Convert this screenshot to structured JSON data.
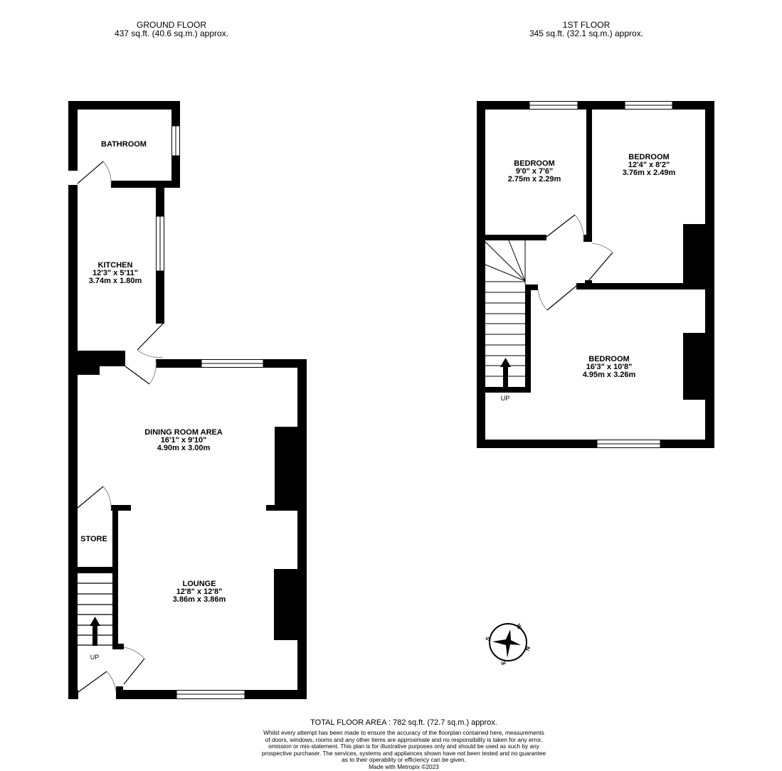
{
  "ground_floor": {
    "title": "GROUND FLOOR",
    "area": "437 sq.ft. (40.6 sq.m.) approx.",
    "rooms": [
      {
        "name": "BATHROOM",
        "imperial": "",
        "metric": ""
      },
      {
        "name": "KITCHEN",
        "imperial": "12'3\"  x 5'11\"",
        "metric": "3.74m  x 1.80m"
      },
      {
        "name": "DINING ROOM AREA",
        "imperial": "16'1\"  x 9'10\"",
        "metric": "4.90m  x 3.00m"
      },
      {
        "name": "STORE",
        "imperial": "",
        "metric": ""
      },
      {
        "name": "LOUNGE",
        "imperial": "12'8\"  x 12'8\"",
        "metric": "3.86m  x 3.86m"
      }
    ],
    "stairs_label": "UP"
  },
  "first_floor": {
    "title": "1ST FLOOR",
    "area": "345 sq.ft. (32.1 sq.m.) approx.",
    "rooms": [
      {
        "name": "BEDROOM",
        "imperial": "9'0\"  x 7'6\"",
        "metric": "2.75m  x 2.29m"
      },
      {
        "name": "BEDROOM",
        "imperial": "12'4\"  x 8'2\"",
        "metric": "3.76m  x 2.49m"
      },
      {
        "name": "BEDROOM",
        "imperial": "16'3\"  x 10'8\"",
        "metric": "4.95m  x 3.26m"
      }
    ],
    "stairs_label": "UP"
  },
  "compass": {
    "letters": [
      "W",
      "N",
      "E",
      "S"
    ]
  },
  "footer": {
    "total_area": "TOTAL FLOOR AREA : 782 sq.ft. (72.7 sq.m.) approx.",
    "disclaimer_lines": [
      "Whilst every attempt has been made to ensure the accuracy of the floorplan contained here, measurements",
      "of doors, windows, rooms and any other items are approximate and no responsibility is taken for any error,",
      "omission or mis-statement. This plan is for illustrative purposes only and should be used as such by any",
      "prospective purchaser. The services, systems and appliances shown have not been tested and no guarantee",
      "as to their operability or efficiency can be given."
    ],
    "made_with": "Made with Metropix ©2023"
  },
  "colors": {
    "wall": "#000000",
    "background": "#ffffff",
    "door_arc": "#888888"
  }
}
